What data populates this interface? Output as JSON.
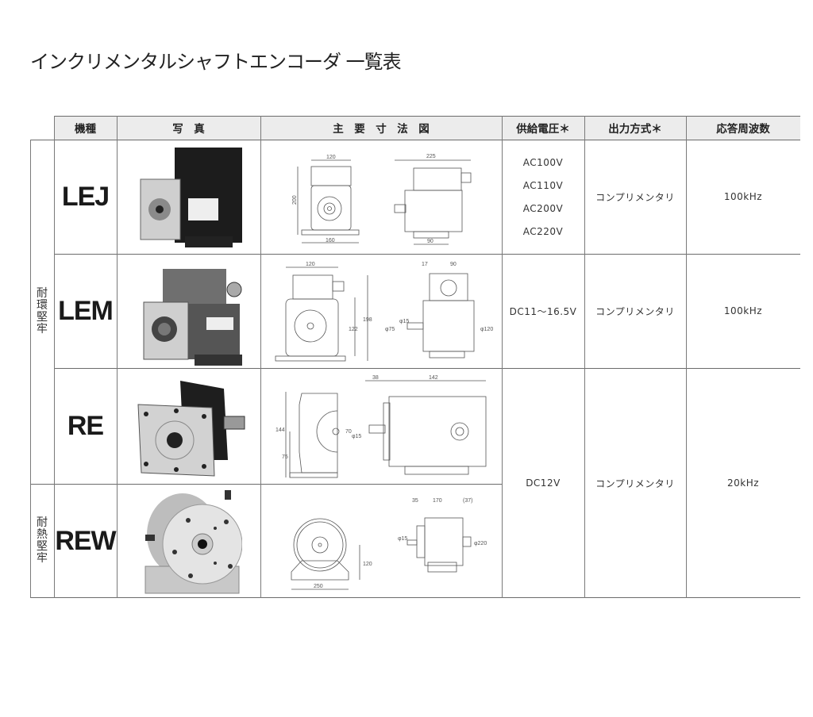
{
  "title": "インクリメンタルシャフトエンコーダ 一覧表",
  "table": {
    "headers": {
      "model": "機種",
      "photo": "写　真",
      "dimensions": "主　要　寸　法　図",
      "supply_voltage": "供給電圧＊",
      "output_type": "出力方式＊",
      "response_frequency": "応答周波数"
    },
    "groups": [
      {
        "label": [
          "耐",
          "環",
          "堅",
          "牢"
        ]
      },
      {
        "label": [
          "耐",
          "熱",
          "堅",
          "牢"
        ]
      }
    ],
    "rows": [
      {
        "model": "LEJ",
        "photo": "encoder-photo-black-box",
        "dimensions": {
          "front": [
            "120",
            "200",
            "160"
          ],
          "side": [
            "225",
            "90"
          ]
        },
        "supply_voltage": [
          "AC100V",
          "AC110V",
          "AC200V",
          "AC220V"
        ],
        "output_type": "コンプリメンタリ",
        "response_frequency": "100kHz"
      },
      {
        "model": "LEM",
        "photo": "encoder-photo-grey-box",
        "dimensions": {
          "front": [
            "120",
            "122",
            "198"
          ],
          "side": [
            "17",
            "90",
            "φ15",
            "φ75",
            "φ120"
          ]
        },
        "supply_voltage": [
          "DC11〜16.5V"
        ],
        "output_type": "コンプリメンタリ",
        "response_frequency": "100kHz"
      },
      {
        "model": "RE",
        "photo": "encoder-photo-black-flange",
        "dimensions": {
          "front": [
            "144",
            "75",
            "70",
            "φ15"
          ],
          "side": [
            "38",
            "142"
          ]
        }
      },
      {
        "model": "REW",
        "photo": "encoder-photo-round-silver",
        "dimensions": {
          "front": [
            "250",
            "120"
          ],
          "side": [
            "35",
            "170",
            "(37)",
            "φ15",
            "φ220"
          ]
        }
      }
    ],
    "shared_re_rew": {
      "supply_voltage": "DC12V",
      "output_type": "コンプリメンタリ",
      "response_frequency": "20kHz"
    }
  }
}
